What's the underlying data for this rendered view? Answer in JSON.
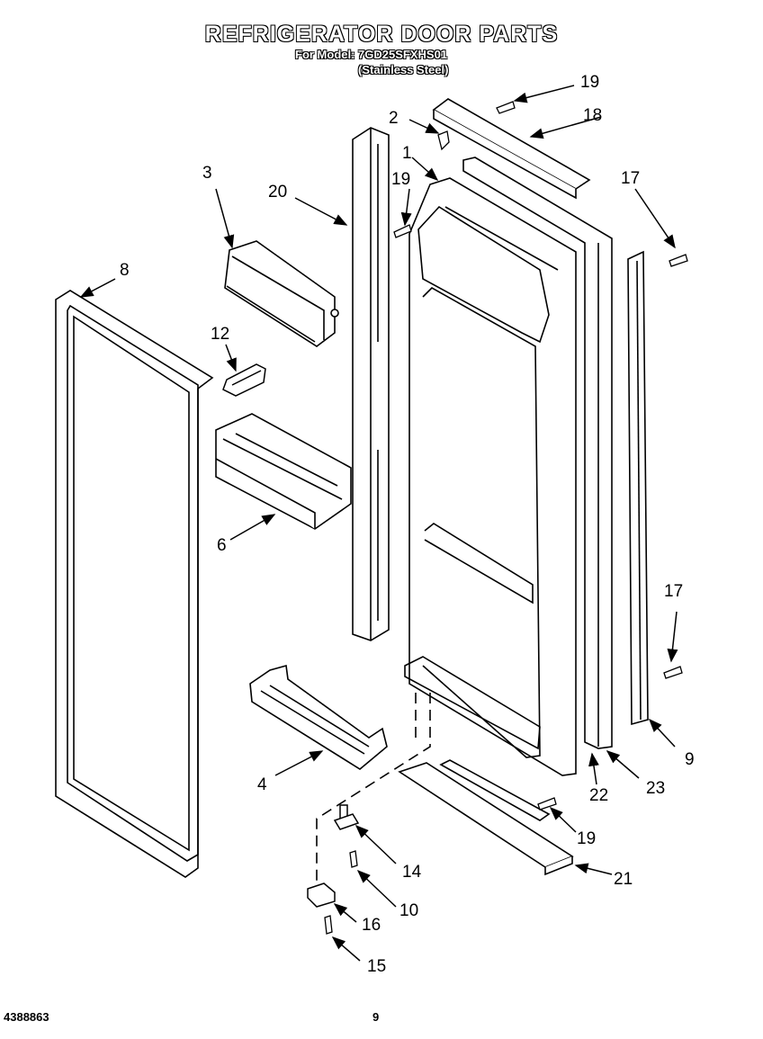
{
  "header": {
    "title": "REFRIGERATOR DOOR PARTS",
    "model_line": "For Model: 7GD25SFXHS01",
    "finish_line": "(Stainless Steel)"
  },
  "callouts": {
    "p1": "1",
    "p2": "2",
    "p3": "3",
    "p4": "4",
    "p6": "6",
    "p8": "8",
    "p9a": "9",
    "p10": "10",
    "p12": "12",
    "p14": "14",
    "p15": "15",
    "p16": "16",
    "p17a": "17",
    "p17b": "17",
    "p18": "18",
    "p19a": "19",
    "p19b": "19",
    "p19c": "19",
    "p20": "20",
    "p21": "21",
    "p22": "22",
    "p23": "23"
  },
  "footer": {
    "doc_number": "4388863",
    "page_number": "9"
  }
}
